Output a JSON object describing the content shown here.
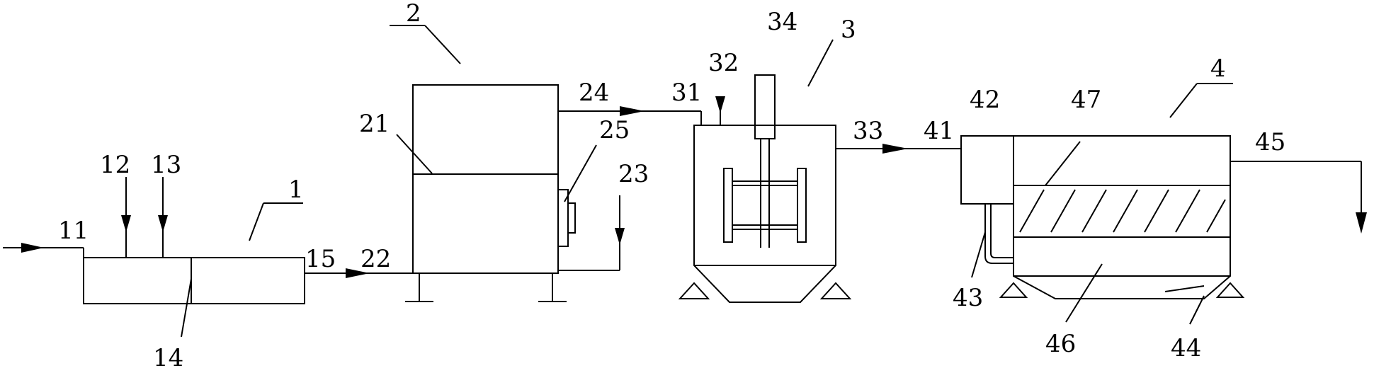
{
  "labels": {
    "l1": "1",
    "l2": "2",
    "l3": "3",
    "l4": "4",
    "l11": "11",
    "l12": "12",
    "l13": "13",
    "l14": "14",
    "l15": "15",
    "l21": "21",
    "l22": "22",
    "l23": "23",
    "l24": "24",
    "l25": "25",
    "l31": "31",
    "l32": "32",
    "l33": "33",
    "l34": "34",
    "l41": "41",
    "l42": "42",
    "l43": "43",
    "l44": "44",
    "l45": "45",
    "l46": "46",
    "l47": "47"
  }
}
